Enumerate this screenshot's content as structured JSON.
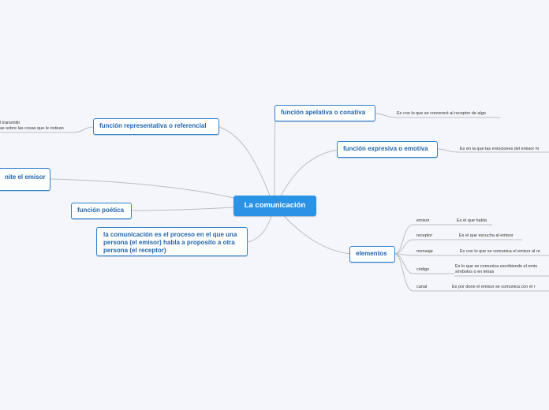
{
  "colors": {
    "background": "#f5f6fb",
    "node_border": "#2e7fcc",
    "node_text": "#1f65ad",
    "root_fill": "#2b93e6",
    "link": "#b9bdc8"
  },
  "root": {
    "label": "La comunicación"
  },
  "right": {
    "apelativa": {
      "label": "función apelativa o conativa",
      "desc": "Es con lo que se convencé al receptor de algo"
    },
    "expresiva": {
      "label": "función expresiva o emotiva",
      "desc": "Es en la que las emociones del emisor m"
    },
    "elementos": {
      "label": "elementos",
      "items": [
        {
          "term": "emisor",
          "desc": "Es el que habla"
        },
        {
          "term": "receptor",
          "desc": "Es el que escucha al emisor"
        },
        {
          "term": "mensaje",
          "desc": "Es con lo que se comunica el emisor al re"
        },
        {
          "term": "código",
          "desc": "Es lo que se comunica escribiendo  el emis",
          "desc2": "símbolos o en letras"
        },
        {
          "term": "canal",
          "desc": "Es por done el emisor se comunica con el r"
        }
      ]
    }
  },
  "left": {
    "referencial": {
      "label": "función representativa o referencial",
      "desc1": "l transmitir",
      "desc2": "as sobre las cosas que le rodean"
    },
    "emisor_fn": {
      "label": "nite el emisor"
    },
    "poetica": {
      "label": "función poética"
    },
    "definicion": {
      "label": "la comunicación es el proceso en el que una persona (el emisor) habla a proposito a otra persona (el receptor)"
    }
  }
}
